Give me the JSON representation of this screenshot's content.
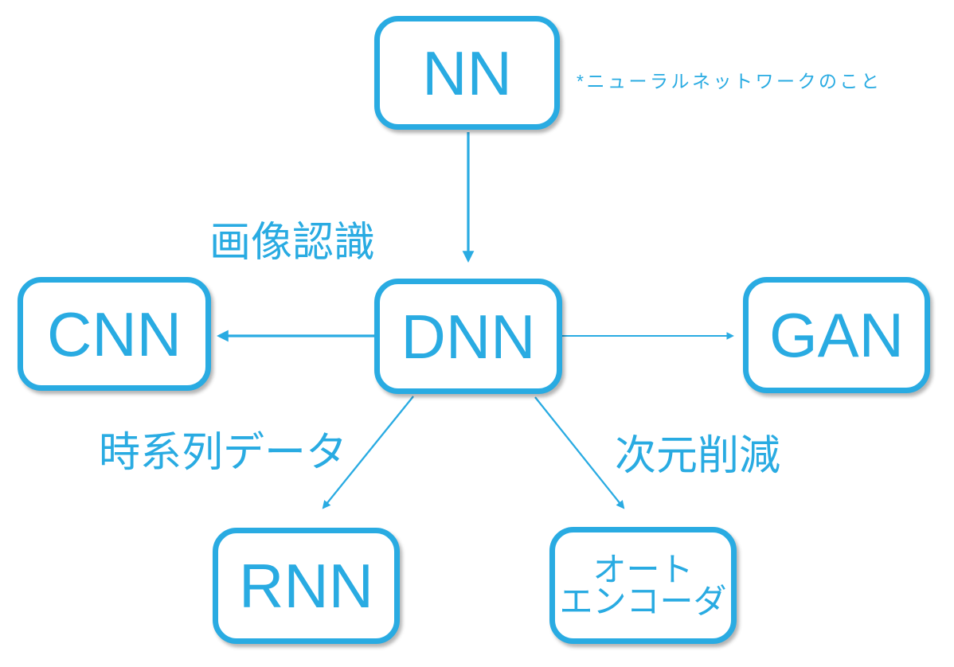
{
  "diagram": {
    "accent_color": "#29abe2",
    "annotation": "*ニューラルネットワークのこと",
    "nodes": [
      {
        "id": "nn",
        "label": "NN"
      },
      {
        "id": "dnn",
        "label": "DNN"
      },
      {
        "id": "cnn",
        "label": "CNN"
      },
      {
        "id": "gan",
        "label": "GAN"
      },
      {
        "id": "rnn",
        "label": "RNN"
      },
      {
        "id": "autoencoder",
        "label": "オートエンコーダ",
        "label_lines": [
          "オート",
          "エンコーダ"
        ]
      }
    ],
    "edges": [
      {
        "from": "NN",
        "to": "DNN",
        "label": ""
      },
      {
        "from": "DNN",
        "to": "CNN",
        "label": "画像認識"
      },
      {
        "from": "DNN",
        "to": "GAN",
        "label": ""
      },
      {
        "from": "DNN",
        "to": "RNN",
        "label": "時系列データ"
      },
      {
        "from": "DNN",
        "to": "オートエンコーダ",
        "label": "次元削減"
      }
    ]
  }
}
